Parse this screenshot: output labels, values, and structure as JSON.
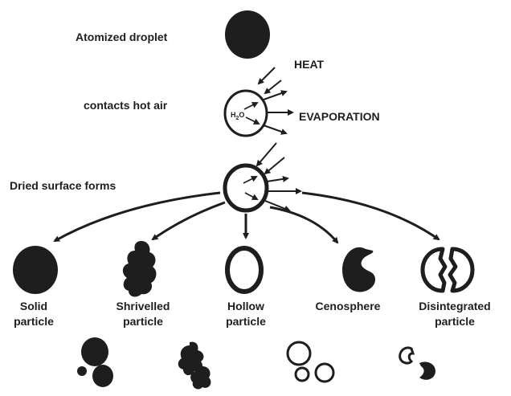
{
  "stages": {
    "atomized": "Atomized droplet",
    "contacts": "contacts hot air",
    "dried": "Dried surface forms"
  },
  "process": {
    "heat": "HEAT",
    "evaporation": "EVAPORATION",
    "water_symbol": "H",
    "water_sub": "2",
    "water_o": "O"
  },
  "particles": [
    {
      "line1": "Solid",
      "line2": "particle"
    },
    {
      "line1": "Shrivelled",
      "line2": "particle"
    },
    {
      "line1": "Hollow",
      "line2": "particle"
    },
    {
      "line1": "Cenosphere",
      "line2": ""
    },
    {
      "line1": "Disintegrated",
      "line2": "particle"
    }
  ],
  "colors": {
    "ink": "#1e1e1e",
    "background": "#ffffff"
  }
}
